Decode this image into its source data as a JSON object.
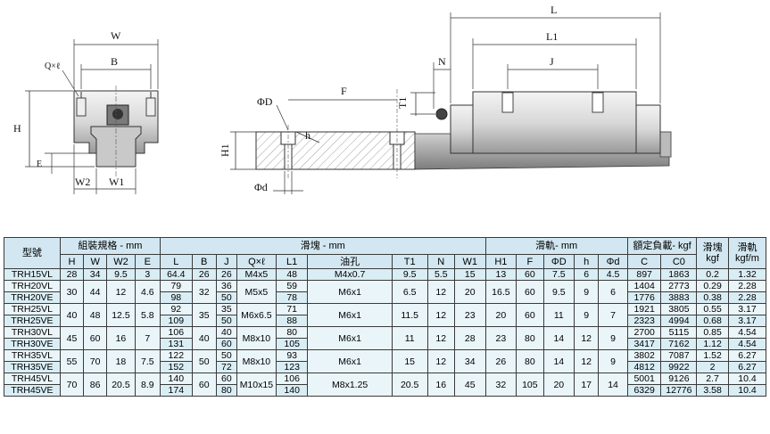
{
  "drawing": {
    "dims": {
      "W": "W",
      "B": "B",
      "Q": "Q×ℓ",
      "H": "H",
      "E": "E",
      "W2": "W2",
      "W1": "W1",
      "L": "L",
      "L1": "L1",
      "J": "J",
      "N": "N",
      "T1": "T1",
      "F": "F",
      "D": "ΦD",
      "h": "h",
      "d": "Φd",
      "H1": "H1"
    }
  },
  "table": {
    "groups": {
      "model": "型號",
      "assembly": "組裝規格 - mm",
      "block": "滑塊 - mm",
      "rail": "滑軌- mm",
      "load": "額定負載- kgf",
      "block_weight": "滑塊",
      "block_weight_unit": "kgf",
      "rail_weight": "滑軌",
      "rail_weight_unit": "kgf/m"
    },
    "columns": [
      "H",
      "W",
      "W2",
      "E",
      "L",
      "B",
      "J",
      "Q×ℓ",
      "L1",
      "油孔",
      "T1",
      "N",
      "W1",
      "H1",
      "F",
      "ΦD",
      "h",
      "Φd",
      "C",
      "C0"
    ],
    "rows": [
      {
        "model": "TRH15VL",
        "H": "28",
        "W": "34",
        "W2": "9.5",
        "E": "3",
        "L": "64.4",
        "B": "26",
        "J": "26",
        "Q": "M4x5",
        "L1": "48",
        "oil": "M4x0.7",
        "T1": "9.5",
        "N": "5.5",
        "W1": "15",
        "H1": "13",
        "F": "60",
        "D": "7.5",
        "h": "6",
        "d": "4.5",
        "C": "897",
        "C0": "1863",
        "bw": "0.2",
        "rw": "1.32"
      },
      {
        "model": "TRH20VL",
        "H": "30",
        "W": "44",
        "W2": "12",
        "E": "4.6",
        "L": "79",
        "B": "32",
        "J": "36",
        "Q": "M5x5",
        "L1": "59",
        "oil": "M6x1",
        "T1": "6.5",
        "N": "12",
        "W1": "20",
        "H1": "16.5",
        "F": "60",
        "D": "9.5",
        "h": "9",
        "d": "6",
        "C": "1404",
        "C0": "2773",
        "bw": "0.29",
        "rw": "2.28"
      },
      {
        "model": "TRH20VE",
        "L": "98",
        "J": "50",
        "L1": "78",
        "C": "1776",
        "C0": "3883",
        "bw": "0.38",
        "rw": "2.28"
      },
      {
        "model": "TRH25VL",
        "H": "40",
        "W": "48",
        "W2": "12.5",
        "E": "5.8",
        "L": "92",
        "B": "35",
        "J": "35",
        "Q": "M6x6.5",
        "L1": "71",
        "oil": "M6x1",
        "T1": "11.5",
        "N": "12",
        "W1": "23",
        "H1": "20",
        "F": "60",
        "D": "11",
        "h": "9",
        "d": "7",
        "C": "1921",
        "C0": "3805",
        "bw": "0.55",
        "rw": "3.17"
      },
      {
        "model": "TRH25VE",
        "L": "109",
        "J": "50",
        "L1": "88",
        "C": "2323",
        "C0": "4994",
        "bw": "0.68",
        "rw": "3.17"
      },
      {
        "model": "TRH30VL",
        "H": "45",
        "W": "60",
        "W2": "16",
        "E": "7",
        "L": "106",
        "B": "40",
        "J": "40",
        "Q": "M8x10",
        "L1": "80",
        "oil": "M6x1",
        "T1": "11",
        "N": "12",
        "W1": "28",
        "H1": "23",
        "F": "80",
        "D": "14",
        "h": "12",
        "d": "9",
        "C": "2700",
        "C0": "5115",
        "bw": "0.85",
        "rw": "4.54"
      },
      {
        "model": "TRH30VE",
        "L": "131",
        "J": "60",
        "L1": "105",
        "C": "3417",
        "C0": "7162",
        "bw": "1.12",
        "rw": "4.54"
      },
      {
        "model": "TRH35VL",
        "H": "55",
        "W": "70",
        "W2": "18",
        "E": "7.5",
        "L": "122",
        "B": "50",
        "J": "50",
        "Q": "M8x10",
        "L1": "93",
        "oil": "M6x1",
        "T1": "15",
        "N": "12",
        "W1": "34",
        "H1": "26",
        "F": "80",
        "D": "14",
        "h": "12",
        "d": "9",
        "C": "3802",
        "C0": "7087",
        "bw": "1.52",
        "rw": "6.27"
      },
      {
        "model": "TRH35VE",
        "L": "152",
        "J": "72",
        "L1": "123",
        "C": "4812",
        "C0": "9922",
        "bw": "2",
        "rw": "6.27"
      },
      {
        "model": "TRH45VL",
        "H": "70",
        "W": "86",
        "W2": "20.5",
        "E": "8.9",
        "L": "140",
        "B": "60",
        "J": "60",
        "Q": "M10x15",
        "L1": "106",
        "oil": "M8x1.25",
        "T1": "20.5",
        "N": "16",
        "W1": "45",
        "H1": "32",
        "F": "105",
        "D": "20",
        "h": "17",
        "d": "14",
        "C": "5001",
        "C0": "9126",
        "bw": "2.7",
        "rw": "10.4"
      },
      {
        "model": "TRH45VE",
        "L": "174",
        "J": "80",
        "L1": "140",
        "C": "6329",
        "C0": "12776",
        "bw": "3.58",
        "rw": "10.4"
      }
    ]
  }
}
